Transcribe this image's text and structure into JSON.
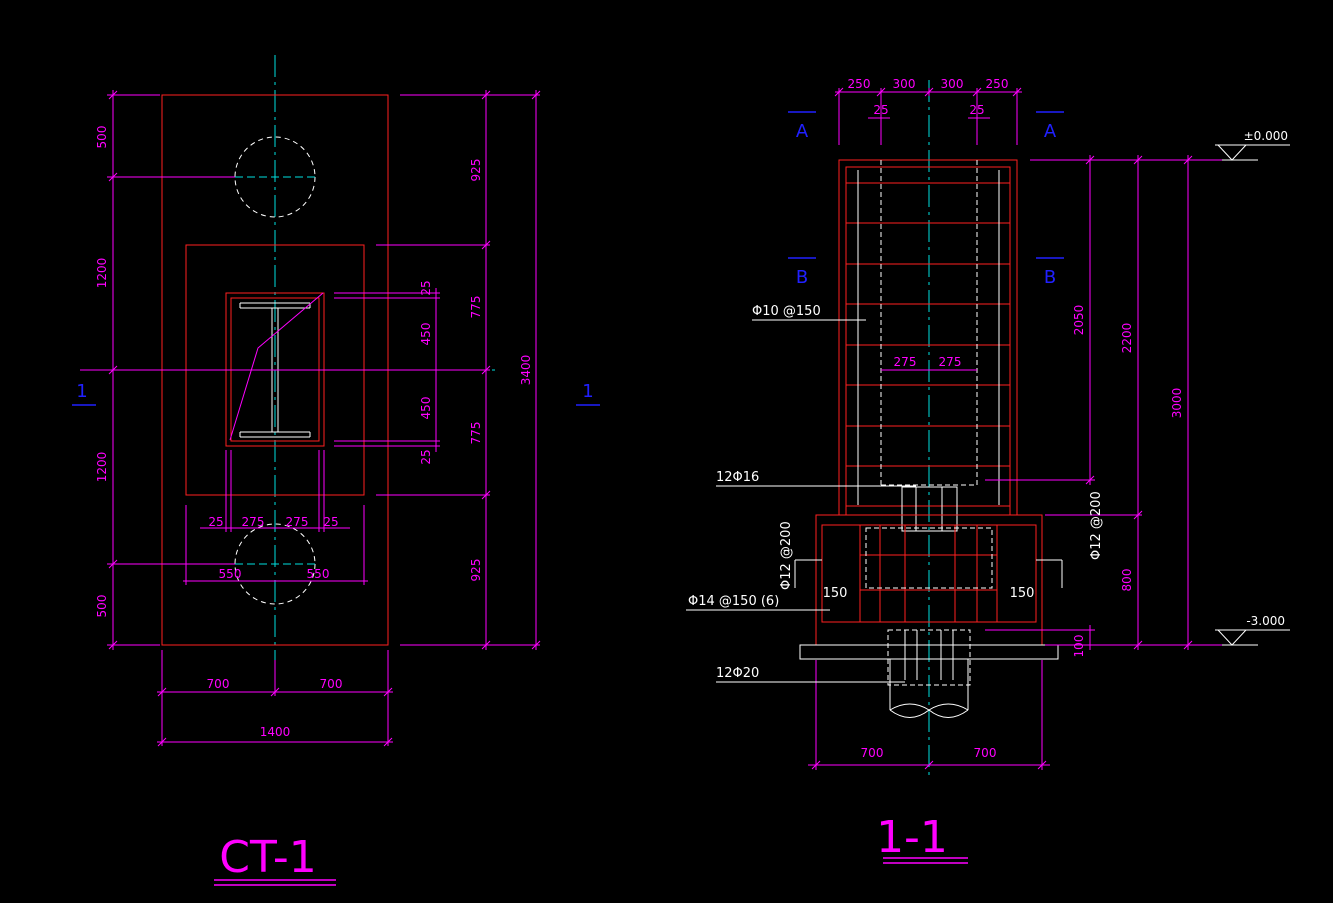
{
  "plan": {
    "title": "CT-1",
    "section_marks": [
      "1",
      "1"
    ],
    "left_dims": [
      "500",
      "1200",
      "1200",
      "500"
    ],
    "right_dims": [
      "925",
      "775",
      "775",
      "925"
    ],
    "total_right": "3400",
    "inner_right": [
      "25",
      "450",
      "450",
      "25"
    ],
    "bottom_inner": [
      "25",
      "275",
      "275",
      "25"
    ],
    "pile_offsets": [
      "550",
      "550"
    ],
    "bottom_dims": [
      "700",
      "700"
    ],
    "total_width": "1400"
  },
  "section": {
    "title": "1-1",
    "top_dims": [
      "250",
      "300",
      "300",
      "250"
    ],
    "cover_dims": [
      "25",
      "25"
    ],
    "marks": [
      "A",
      "A",
      "B",
      "B"
    ],
    "elev_top": "±0.000",
    "elev_bottom": "-3.000",
    "inner_dims": [
      "275",
      "275"
    ],
    "right_dims": [
      "2050",
      "2200",
      "3000",
      "800",
      "100"
    ],
    "bottom_dims": [
      "700",
      "700"
    ],
    "side_150": [
      "150",
      "150"
    ],
    "rebar_labels": {
      "stirrup": "Φ10 @150",
      "vertical": "12Φ16",
      "left_side": "Φ12 @200",
      "right_side": "Φ12 @200",
      "bottom_bar": "Φ14 @150 (6)",
      "pile_bar": "12Φ20"
    }
  },
  "colors": {
    "concrete": "#ff2020",
    "dimension": "#ff00ff",
    "axis": "#00e0e0",
    "label": "#ffffff",
    "mark": "#2020ff"
  }
}
